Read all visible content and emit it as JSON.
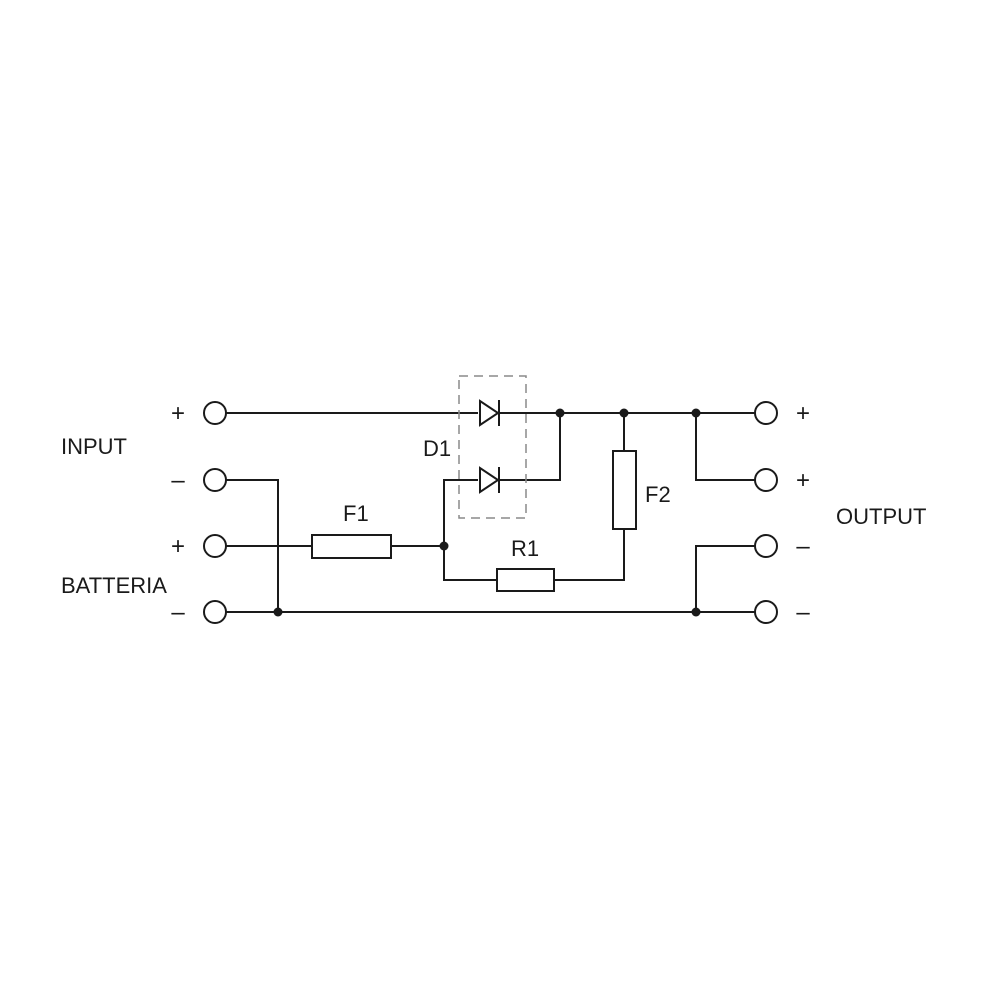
{
  "labels": {
    "input": "INPUT",
    "battery": "BATTERIA",
    "output": "OUTPUT",
    "d1": "D1",
    "f1": "F1",
    "f2": "F2",
    "r1": "R1"
  },
  "left_terminals": [
    {
      "polarity": "+"
    },
    {
      "polarity": "–"
    },
    {
      "polarity": "+"
    },
    {
      "polarity": "–"
    }
  ],
  "right_terminals": [
    {
      "polarity": "+"
    },
    {
      "polarity": "+"
    },
    {
      "polarity": "–"
    },
    {
      "polarity": "–"
    }
  ],
  "colors": {
    "line": "#1a1a1a",
    "dashed_box": "#8a8a8a",
    "background": "#ffffff"
  }
}
